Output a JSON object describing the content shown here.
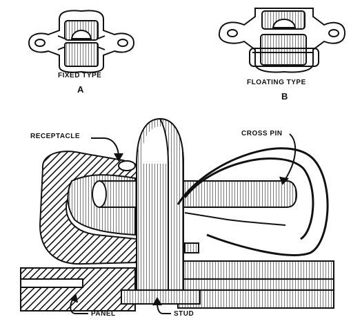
{
  "figure": {
    "fixed_type": {
      "caption": "FIXED TYPE",
      "letter": "A"
    },
    "floating_type": {
      "caption": "FLOATING TYPE",
      "letter": "B"
    },
    "callouts": {
      "receptacle": "RECEPTACLE",
      "cross_pin": "CROSS PIN",
      "panel": "PANEL",
      "stud": "STUD"
    }
  },
  "colors": {
    "ink": "#111111",
    "paper": "#ffffff"
  }
}
